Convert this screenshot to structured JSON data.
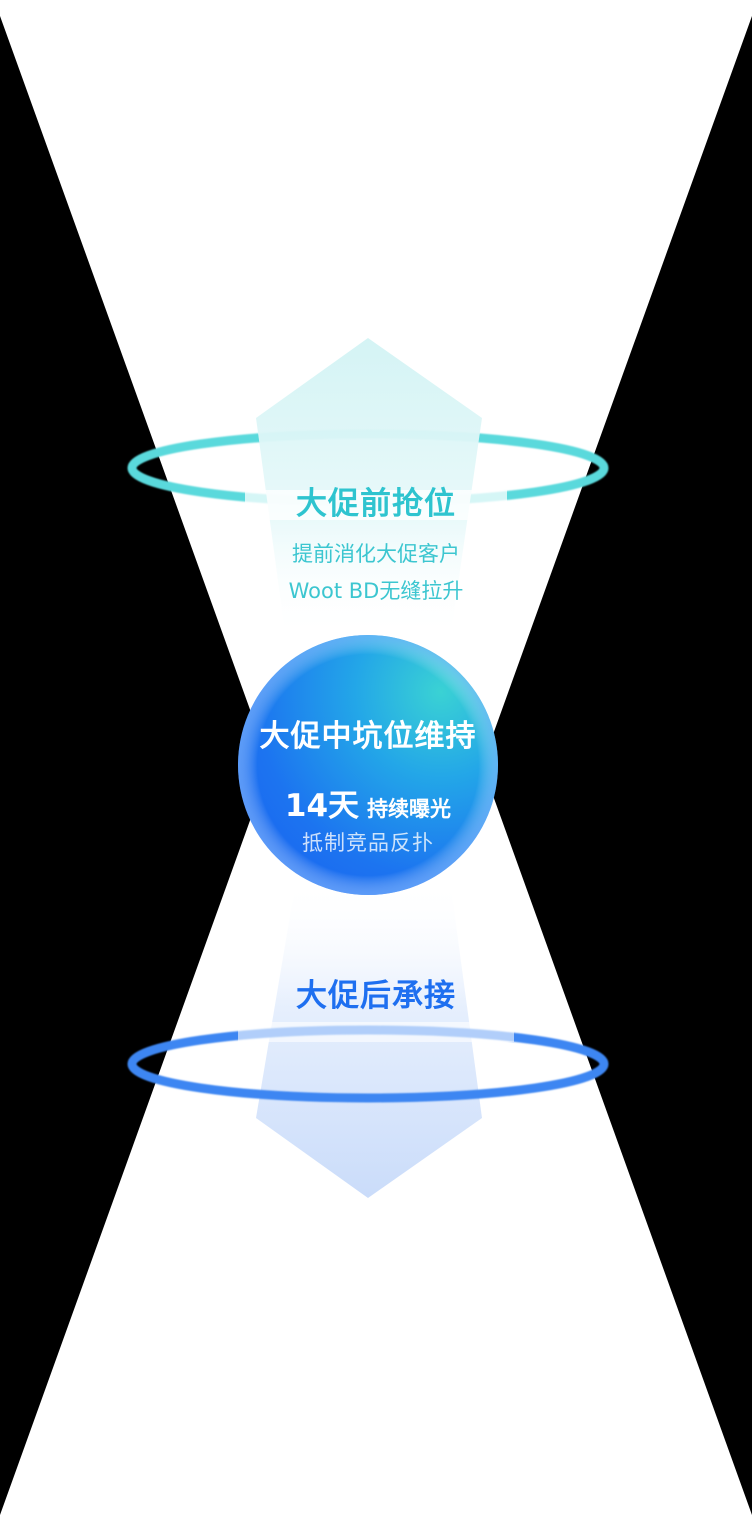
{
  "colors": {
    "background_dark": "#000000",
    "hourglass_light": "#ffffff",
    "teal_accent": "#2fc4cf",
    "teal_ring": "#5ad9dc",
    "teal_arrow": "#d6f4f5",
    "blue_accent": "#1e6ff0",
    "blue_ring": "#3d86f2",
    "blue_arrow": "#cfe0fb",
    "sphere_blue": "#1a6cf0",
    "sphere_teal": "#36c9d6"
  },
  "stages": {
    "pre": {
      "title": "大促前抢位",
      "lines": [
        "提前消化大促客户",
        "Woot BD无缝拉升"
      ],
      "icon": "up-arrow-icon"
    },
    "during": {
      "title": "大促中坑位维持",
      "highlight_value": "14天",
      "highlight_label": "持续曝光",
      "note": "抵制竞品反扑",
      "icon": "sphere-icon"
    },
    "post": {
      "title": "大促后承接",
      "icon": "down-arrow-icon"
    }
  }
}
